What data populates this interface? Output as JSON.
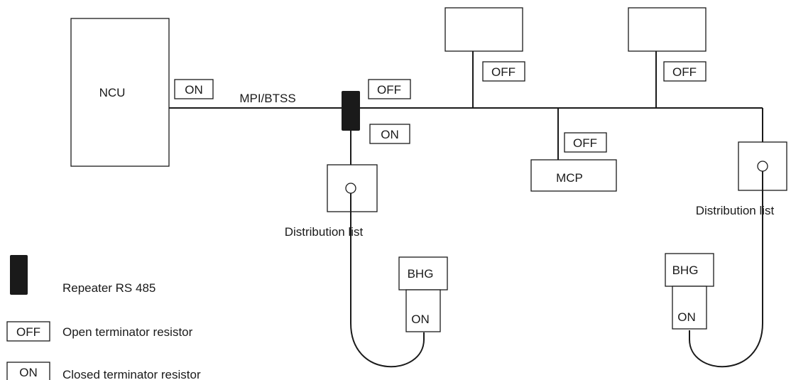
{
  "components": {
    "ncu": "NCU",
    "mcp": "MCP",
    "bhg_left": "BHG",
    "bhg_right": "BHG",
    "distribution_left": "Distribution list",
    "distribution_right": "Distribution list"
  },
  "bus": {
    "label": "MPI/BTSS"
  },
  "terminators": {
    "ncu": "ON",
    "repeater_right": "OFF",
    "repeater_down": "ON",
    "top_device_1": "OFF",
    "top_device_2": "OFF",
    "mcp": "OFF",
    "bhg_left": "ON",
    "bhg_right": "ON"
  },
  "legend": {
    "repeater": "Repeater RS 485",
    "off_symbol": "OFF",
    "off_text": "Open terminator resistor",
    "on_symbol": "ON",
    "on_text": "Closed terminator resistor"
  },
  "colors": {
    "stroke": "#1a1a1a",
    "repeater_fill": "#1a1a1a",
    "background": "#ffffff"
  }
}
